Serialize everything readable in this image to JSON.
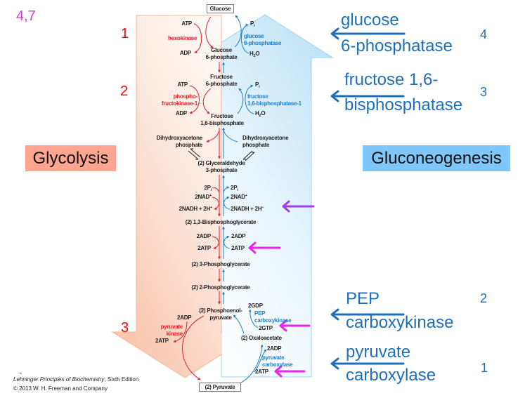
{
  "slide": {
    "page_ref": "4,7",
    "step_numbers_glycolysis": {
      "hexokinase": "1",
      "phosphofructokinase": "2",
      "pyruvate_kinase": "3"
    },
    "pathway_labels": {
      "glycolysis": "Glycolysis",
      "gluconeogenesis": "Gluconeogenesis"
    },
    "bypass_enzymes": [
      {
        "line1": "glucose",
        "line2": "6-phosphatase",
        "step": "4"
      },
      {
        "line1": "fructose 1,6-",
        "line2": "bisphosphatase",
        "step": "3"
      },
      {
        "line1": "PEP",
        "line2": "carboxykinase",
        "step": "2"
      },
      {
        "line1": "pyruvate",
        "line2": "carboxylase",
        "step": "1"
      }
    ],
    "colors": {
      "page-ref": "#cc44cc",
      "steps": "#ff0000",
      "bypass": "#1e6fbb",
      "gly-box": "#ffa591",
      "gng-box": "#7fc6fb",
      "violet": "#a23de6",
      "magenta": "#ee22ee",
      "gly-enz": "#e1202b",
      "gng-enz": "#1d7fc4"
    }
  },
  "diagram": {
    "glucose": "Glucose",
    "hexokinase": {
      "atp": "ATP",
      "enzyme": "hexokinase",
      "adp": "ADP"
    },
    "glucose_6_phosphate": [
      "Glucose",
      "6-phosphate"
    ],
    "glucose_6_phosphatase": {
      "pi": {
        "base": "P",
        "sub": "i"
      },
      "enzyme": [
        "glucose",
        "6-phosphatase"
      ],
      "water": {
        "h": "H",
        "sub": "2",
        "o": "O"
      }
    },
    "fructose_6_phosphate": [
      "Fructose",
      "6-phosphate"
    ],
    "phosphofructokinase": {
      "atp": "ATP",
      "enzyme": [
        "phospho-",
        "fructokinase-1"
      ],
      "adp": "ADP"
    },
    "fructose_1_6_bisphosphate": [
      "Fructose",
      "1,6-bisphosphate"
    ],
    "fructose_bisphosphatase": {
      "pi": {
        "base": "P",
        "sub": "i"
      },
      "enzyme": [
        "fructose",
        "1,6-bisphosphatase-1"
      ],
      "water": {
        "h": "H",
        "sub": "2",
        "o": "O"
      }
    },
    "dhap_glycolysis": [
      "Dihydroxyacetone",
      "phosphate"
    ],
    "dhap_gluconeogenesis": [
      "Dihydroxyacetone",
      "phosphate"
    ],
    "glyceraldehyde_3_phosphate": [
      "(2) Glyceraldehyde",
      "3-phosphate"
    ],
    "gapdh_glycolysis": {
      "pi": {
        "base": "2P",
        "sub": "i"
      },
      "nad": {
        "base": "2NAD",
        "sup": "+"
      },
      "nadh": {
        "base": "2NADH + 2H",
        "sup": "+"
      }
    },
    "gapdh_gluconeogenesis": {
      "pi": {
        "base": "2P",
        "sub": "i"
      },
      "nad": {
        "base": "2NAD",
        "sup": "+"
      },
      "nadh": {
        "base": "2NADH + 2H",
        "sup": "−"
      }
    },
    "bisphosphoglycerate": "(2) 1,3-Bisphosphoglycerate",
    "pgk_glycolysis": {
      "adp": "2ADP",
      "atp": "2ATP"
    },
    "pgk_gluconeogenesis": {
      "adp": "2ADP",
      "atp": "2ATP"
    },
    "phosphoglycerate_3": "(2) 3-Phosphoglycerate",
    "phosphoglycerate_2": "(2) 2-Phosphoglycerate",
    "phosphoenolpyruvate": [
      "(2) Phosphoenol-",
      "pyruvate"
    ],
    "pyruvate_kinase": {
      "adp": "2ADP",
      "enzyme": [
        "pyruvate",
        "kinase"
      ],
      "atp": "2ATP"
    },
    "pep_carboxykinase": {
      "gdp": "2GDP",
      "enzyme": [
        "PEP",
        "carboxykinase"
      ],
      "gtp": "2GTP"
    },
    "oxaloacetate": "(2) Oxaloacetate",
    "pyruvate_carboxylase": {
      "adp": "2ADP",
      "enzyme": [
        "pyruvate",
        "carboxylase"
      ],
      "atp": "2ATP"
    },
    "pyruvate": "(2) Pyruvate"
  },
  "credit": {
    "book_title": "Lehninger Principles of Biochemistry",
    "edition": ", Sixth Edition",
    "copyright": "© 2013 W. H. Freeman and Company"
  }
}
